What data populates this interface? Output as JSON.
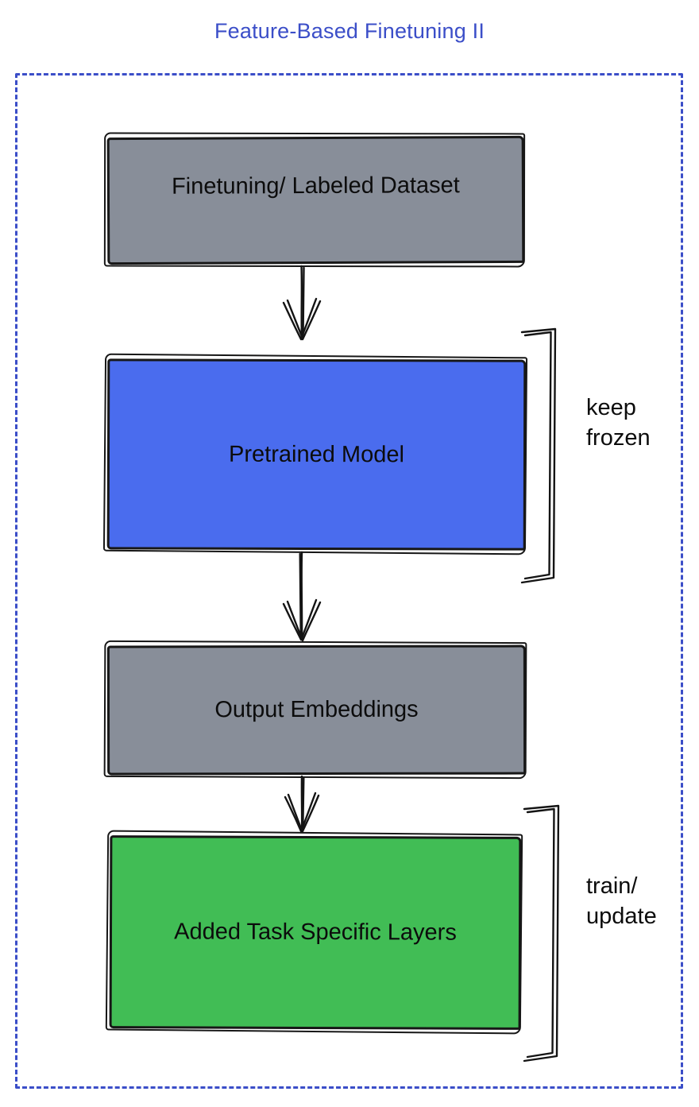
{
  "diagram": {
    "title": "Feature-Based Finetuning II",
    "colors": {
      "accent": "#3b4ec8",
      "ink": "#141414",
      "gray_fill": "#888e99",
      "blue_fill": "#4a6cee",
      "green_fill": "#41bd55"
    },
    "nodes": [
      {
        "id": "finetuning-dataset",
        "label": "Finetuning/ Labeled Dataset",
        "fill": "#888e99"
      },
      {
        "id": "pretrained-model",
        "label": "Pretrained Model",
        "fill": "#4a6cee"
      },
      {
        "id": "output-embeddings",
        "label": "Output Embeddings",
        "fill": "#888e99"
      },
      {
        "id": "added-task-layers",
        "label": "Added Task Specific Layers",
        "fill": "#41bd55"
      }
    ],
    "annotations": [
      {
        "target": "pretrained-model",
        "label": "keep\nfrozen"
      },
      {
        "target": "added-task-layers",
        "label": "train/\nupdate"
      }
    ],
    "edges": [
      {
        "from": "finetuning-dataset",
        "to": "pretrained-model"
      },
      {
        "from": "pretrained-model",
        "to": "output-embeddings"
      },
      {
        "from": "output-embeddings",
        "to": "added-task-layers"
      }
    ]
  }
}
